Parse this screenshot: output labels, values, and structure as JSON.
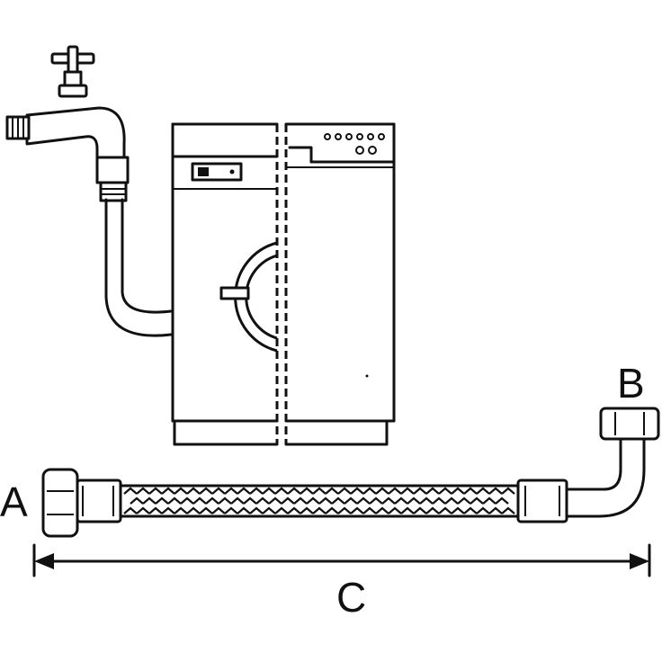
{
  "labels": {
    "a": "A",
    "b": "B",
    "c": "C"
  },
  "colors": {
    "line": "#111111",
    "background": "#ffffff"
  },
  "icons": [
    "tap-icon",
    "washing-machine-icon",
    "dishwasher-icon",
    "braided-hose-icon",
    "dimension-arrow-icon"
  ]
}
